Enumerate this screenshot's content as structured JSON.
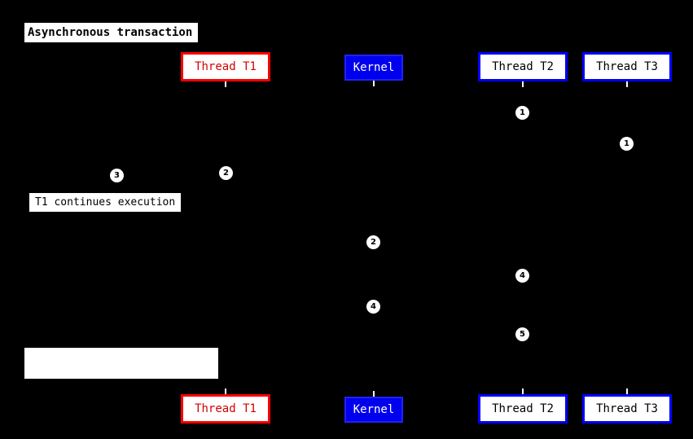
{
  "diagram": {
    "title": "Asynchronous transaction",
    "note": "T1 continues execution"
  },
  "actors": [
    {
      "id": "thread-t1",
      "label": "Thread T1",
      "style": "red"
    },
    {
      "id": "kernel",
      "label": "Kernel",
      "style": "kernel-filled"
    },
    {
      "id": "thread-t2",
      "label": "Thread T2",
      "style": "blue"
    },
    {
      "id": "thread-t3",
      "label": "Thread T3",
      "style": "blue"
    }
  ],
  "markers": [
    {
      "n": "1",
      "column": "thread-t2"
    },
    {
      "n": "1",
      "column": "thread-t3"
    },
    {
      "n": "2",
      "column": "thread-t1"
    },
    {
      "n": "3",
      "column": "left-of-thread-t1"
    },
    {
      "n": "2",
      "column": "kernel"
    },
    {
      "n": "4",
      "column": "thread-t2"
    },
    {
      "n": "4",
      "column": "kernel"
    },
    {
      "n": "5",
      "column": "thread-t2"
    }
  ],
  "colors": {
    "background": "#000000",
    "thread_t1_border": "#ff0000",
    "thread_t1_text": "#d40000",
    "thread_t2_t3_border": "#0000ff",
    "thread_t2_t3_text": "#000000",
    "kernel_fill": "#0000ee",
    "kernel_text": "#ffffff",
    "marker_fill": "#ffffff",
    "marker_text": "#000000",
    "note_fill": "#ffffff",
    "note_text": "#000000"
  }
}
